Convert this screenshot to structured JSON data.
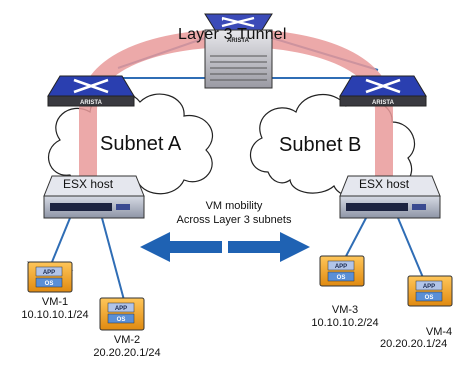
{
  "tunnel": {
    "title": "Layer 3 Tunnel"
  },
  "switches": [
    {
      "vendor": "ARISTA"
    },
    {
      "vendor": "ARISTA"
    },
    {
      "vendor": "ARISTA"
    }
  ],
  "subnets": [
    {
      "label": "Subnet A"
    },
    {
      "label": "Subnet B"
    }
  ],
  "hosts": [
    {
      "label": "ESX host"
    },
    {
      "label": "ESX host"
    }
  ],
  "mobility": {
    "line1": "VM mobility",
    "line2": "Across Layer 3 subnets"
  },
  "vms": [
    {
      "name": "VM-1",
      "ip": "10.10.10.1/24",
      "app": "APP",
      "os": "OS"
    },
    {
      "name": "VM-2",
      "ip": "20.20.20.1/24",
      "app": "APP",
      "os": "OS"
    },
    {
      "name": "VM-3",
      "ip": "10.10.10.2/24",
      "app": "APP",
      "os": "OS"
    },
    {
      "name": "VM-4",
      "ip": "20.20.20.1/24",
      "app": "APP",
      "os": "OS"
    }
  ],
  "colors": {
    "tunnel": "#e99a9a",
    "link": "#2f6db5",
    "switch_blue": "#2a3fb0",
    "vm_box": "#f2a02a",
    "arrow": "#1f62b3"
  }
}
